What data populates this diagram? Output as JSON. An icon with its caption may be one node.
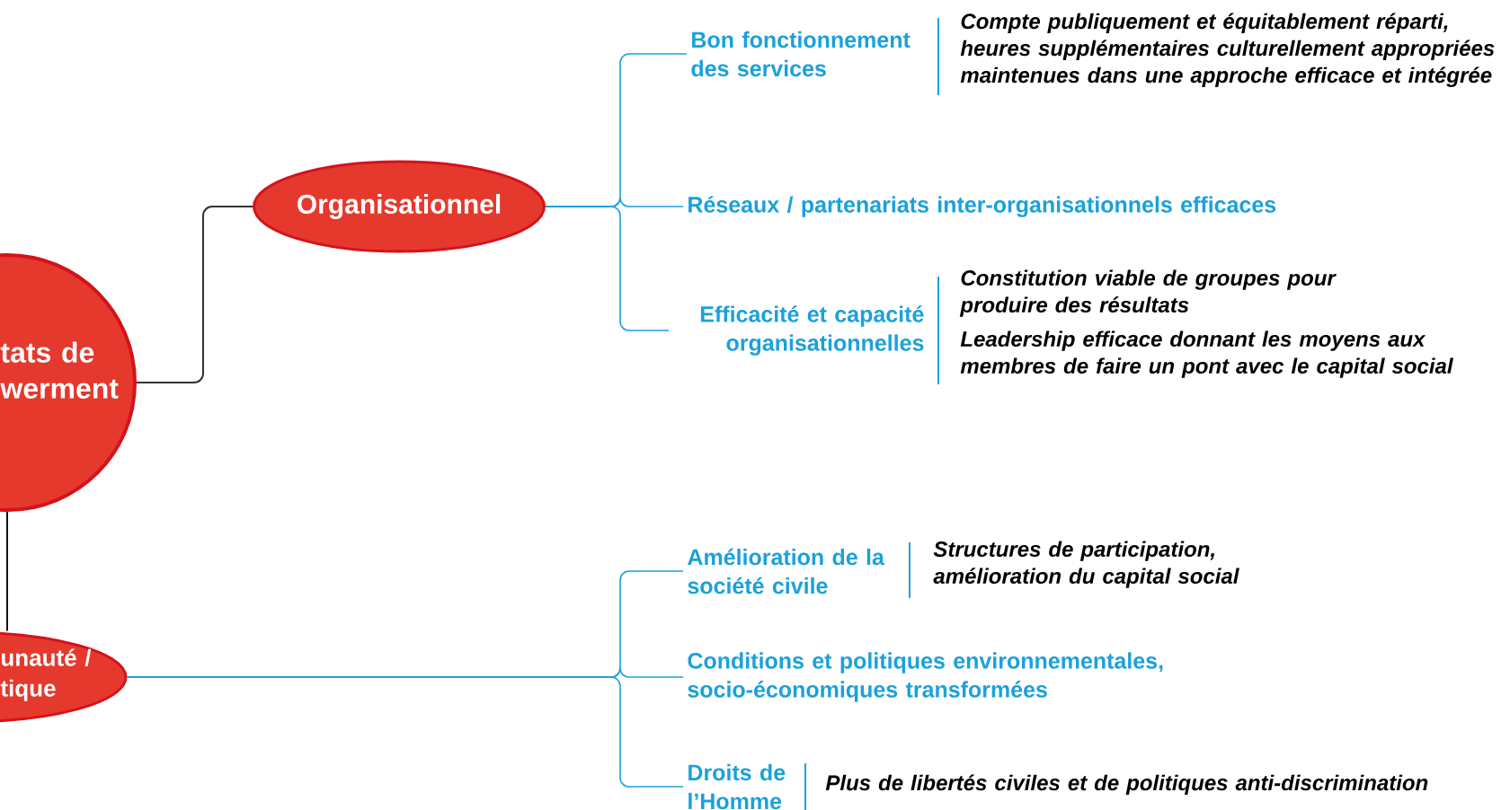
{
  "diagram": {
    "nodes": [
      {
        "text": [
          "tats de werment"
        ]
      },
      {
        "text": [
          "Organisationnel"
        ]
      },
      {
        "text": [
          "unauté / tique"
        ]
      },
      {
        "text": [
          "Bon fonctionnement des services"
        ],
        "beside": [
          "Compte publiquement et équitablement réparti, heures supplémentaires culturellement appropriées maintenues dans une approche efficace et intégrée"
        ]
      },
      {
        "text": [
          "Réseaux / partenariats inter-organisationnels efficaces"
        ]
      },
      {
        "text": [
          "Efficacité et capacité organisationnelles"
        ],
        "beside": [
          "Constitution viable de groupes pour produire des résultats",
          "Leadership efficace donnant les moyens aux membres de faire un pont avec le capital social"
        ]
      },
      {
        "text": [
          "Amélioration de la société civile"
        ],
        "beside": [
          "Structures de participation, amélioration du capital social"
        ]
      },
      {
        "text": [
          "Conditions et politiques environnementales, socio-économiques transformées"
        ]
      },
      {
        "text": [
          "Droits de l’Homme"
        ],
        "beside": [
          "Plus de libertés civiles et de politiques anti-discrimination"
        ]
      }
    ],
    "edges": [
      {
        "from": 0,
        "to": 1,
        "arrow": "none",
        "color": "#333333"
      },
      {
        "from": 0,
        "to": 2,
        "arrow": "none",
        "color": "#111111"
      },
      {
        "from": 1,
        "to": 3,
        "arrow": "none"
      },
      {
        "from": 1,
        "to": 4,
        "arrow": "none"
      },
      {
        "from": 1,
        "to": 5,
        "arrow": "none"
      },
      {
        "from": 2,
        "to": 6,
        "arrow": "none"
      },
      {
        "from": 2,
        "to": 7,
        "arrow": "none"
      },
      {
        "from": 2,
        "to": 8,
        "arrow": "none"
      }
    ]
  }
}
